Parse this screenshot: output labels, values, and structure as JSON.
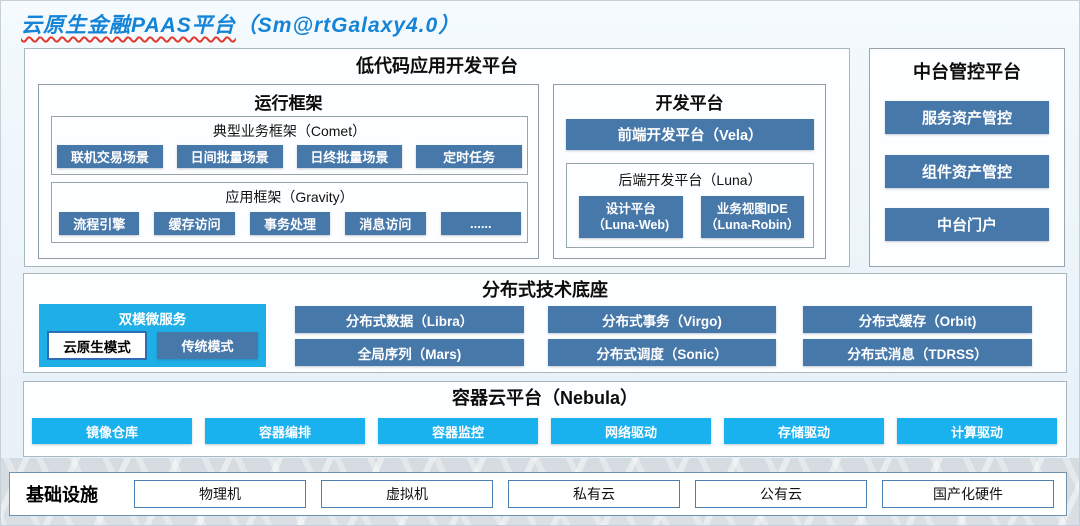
{
  "title": {
    "part1": "云原生金融PAAS平台",
    "part2": "（Sm@rtGalaxy4.0）"
  },
  "colors": {
    "accent_blue": "#4778aa",
    "accent_cyan": "#19b1ee",
    "title_blue": "#1584d6",
    "underline_red": "#e23b2e"
  },
  "low_code": {
    "title": "低代码应用开发平台",
    "runtime": {
      "title": "运行框架",
      "comet": {
        "label": "典型业务框架（Comet）",
        "buttons": [
          "联机交易场景",
          "日间批量场景",
          "日终批量场景",
          "定时任务"
        ]
      },
      "gravity": {
        "label": "应用框架（Gravity）",
        "buttons": [
          "流程引擎",
          "缓存访问",
          "事务处理",
          "消息访问",
          "......"
        ]
      }
    },
    "dev": {
      "title": "开发平台",
      "vela": "前端开发平台（Vela）",
      "luna": {
        "label": "后端开发平台（Luna）",
        "buttons": [
          {
            "line1": "设计平台",
            "line2": "（Luna-Web)"
          },
          {
            "line1": "业务视图IDE",
            "line2": "（Luna-Robin）"
          }
        ]
      }
    }
  },
  "mid_platform": {
    "title": "中台管控平台",
    "buttons": [
      "服务资产管控",
      "组件资产管控",
      "中台门户"
    ]
  },
  "distributed": {
    "title": "分布式技术底座",
    "dual_mode": {
      "label": "双模微服务",
      "cloud_native": "云原生模式",
      "traditional": "传统模式"
    },
    "rows": [
      [
        "分布式数据（Libra）",
        "分布式事务（Virgo)",
        "分布式缓存（Orbit)"
      ],
      [
        "全局序列（Mars)",
        "分布式调度（Sonic）",
        "分布式消息（TDRSS）"
      ]
    ]
  },
  "container_cloud": {
    "title": "容器云平台（Nebula）",
    "buttons": [
      "镜像仓库",
      "容器编排",
      "容器监控",
      "网络驱动",
      "存储驱动",
      "计算驱动"
    ]
  },
  "infrastructure": {
    "title": "基础设施",
    "items": [
      "物理机",
      "虚拟机",
      "私有云",
      "公有云",
      "国产化硬件"
    ]
  }
}
